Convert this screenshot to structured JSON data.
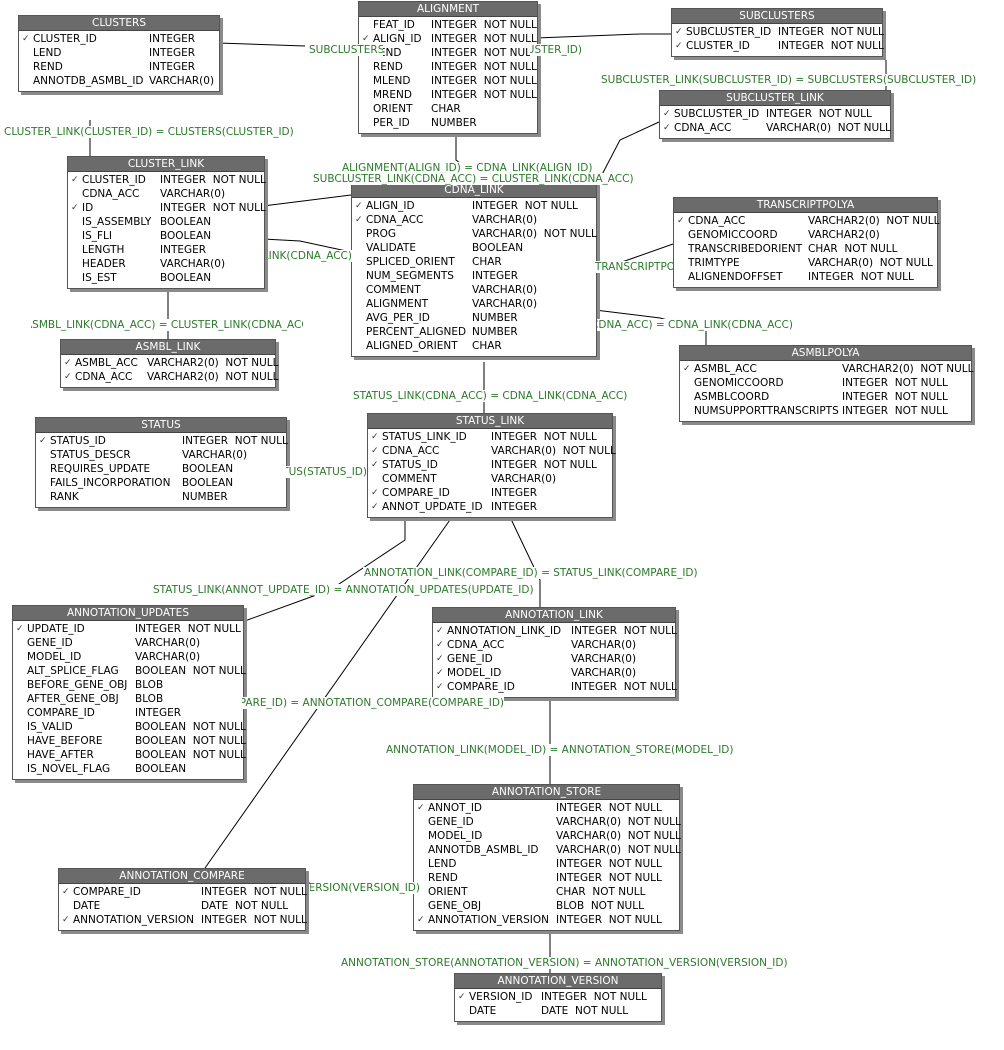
{
  "colors": {
    "header_bg": "#6b6b6b",
    "header_text": "#ffffff",
    "relation_text": "#2b7a2b",
    "line": "#000000"
  },
  "key_icon": "check-key-icon",
  "tables": [
    {
      "id": "clusters",
      "name": "CLUSTERS",
      "columns": [
        {
          "key": true,
          "name": "CLUSTER_ID",
          "type": "INTEGER"
        },
        {
          "key": false,
          "name": "LEND",
          "type": "INTEGER"
        },
        {
          "key": false,
          "name": "REND",
          "type": "INTEGER"
        },
        {
          "key": false,
          "name": "ANNOTDB_ASMBL_ID",
          "type": "VARCHAR(0)"
        }
      ]
    },
    {
      "id": "alignment",
      "name": "ALIGNMENT",
      "columns": [
        {
          "key": false,
          "name": "FEAT_ID",
          "type": "INTEGER  NOT NULL"
        },
        {
          "key": true,
          "name": "ALIGN_ID",
          "type": "INTEGER  NOT NULL"
        },
        {
          "key": false,
          "name": "LEND",
          "type": "INTEGER  NOT NULL"
        },
        {
          "key": false,
          "name": "REND",
          "type": "INTEGER  NOT NULL"
        },
        {
          "key": false,
          "name": "MLEND",
          "type": "INTEGER  NOT NULL"
        },
        {
          "key": false,
          "name": "MREND",
          "type": "INTEGER  NOT NULL"
        },
        {
          "key": false,
          "name": "ORIENT",
          "type": "CHAR"
        },
        {
          "key": false,
          "name": "PER_ID",
          "type": "NUMBER"
        }
      ]
    },
    {
      "id": "subclusters",
      "name": "SUBCLUSTERS",
      "columns": [
        {
          "key": true,
          "name": "SUBCLUSTER_ID",
          "type": "INTEGER  NOT NULL"
        },
        {
          "key": true,
          "name": "CLUSTER_ID",
          "type": "INTEGER  NOT NULL"
        }
      ]
    },
    {
      "id": "subcluster_link",
      "name": "SUBCLUSTER_LINK",
      "columns": [
        {
          "key": true,
          "name": "SUBCLUSTER_ID",
          "type": "INTEGER  NOT NULL"
        },
        {
          "key": true,
          "name": "CDNA_ACC",
          "type": "VARCHAR(0)  NOT NULL"
        }
      ]
    },
    {
      "id": "cluster_link",
      "name": "CLUSTER_LINK",
      "columns": [
        {
          "key": true,
          "name": "CLUSTER_ID",
          "type": "INTEGER  NOT NULL"
        },
        {
          "key": false,
          "name": "CDNA_ACC",
          "type": "VARCHAR(0)"
        },
        {
          "key": true,
          "name": "ID",
          "type": "INTEGER  NOT NULL"
        },
        {
          "key": false,
          "name": "IS_ASSEMBLY",
          "type": "BOOLEAN"
        },
        {
          "key": false,
          "name": "IS_FLI",
          "type": "BOOLEAN"
        },
        {
          "key": false,
          "name": "LENGTH",
          "type": "INTEGER"
        },
        {
          "key": false,
          "name": "HEADER",
          "type": "VARCHAR(0)"
        },
        {
          "key": false,
          "name": "IS_EST",
          "type": "BOOLEAN"
        }
      ]
    },
    {
      "id": "cdna_link",
      "name": "CDNA_LINK",
      "columns": [
        {
          "key": true,
          "name": "ALIGN_ID",
          "type": "INTEGER  NOT NULL"
        },
        {
          "key": true,
          "name": "CDNA_ACC",
          "type": "VARCHAR(0)"
        },
        {
          "key": false,
          "name": "PROG",
          "type": "VARCHAR(0)  NOT NULL"
        },
        {
          "key": false,
          "name": "VALIDATE",
          "type": "BOOLEAN"
        },
        {
          "key": false,
          "name": "SPLICED_ORIENT",
          "type": "CHAR"
        },
        {
          "key": false,
          "name": "NUM_SEGMENTS",
          "type": "INTEGER"
        },
        {
          "key": false,
          "name": "COMMENT",
          "type": "VARCHAR(0)"
        },
        {
          "key": false,
          "name": "ALIGNMENT",
          "type": "VARCHAR(0)"
        },
        {
          "key": false,
          "name": "AVG_PER_ID",
          "type": "NUMBER"
        },
        {
          "key": false,
          "name": "PERCENT_ALIGNED",
          "type": "NUMBER"
        },
        {
          "key": false,
          "name": "ALIGNED_ORIENT",
          "type": "CHAR"
        }
      ]
    },
    {
      "id": "transcriptpolya",
      "name": "TRANSCRIPTPOLYA",
      "columns": [
        {
          "key": true,
          "name": "CDNA_ACC",
          "type": "VARCHAR2(0)  NOT NULL"
        },
        {
          "key": false,
          "name": "GENOMICCOORD",
          "type": "VARCHAR2(0)"
        },
        {
          "key": false,
          "name": "TRANSCRIBEDORIENT",
          "type": "CHAR  NOT NULL"
        },
        {
          "key": false,
          "name": "TRIMTYPE",
          "type": "VARCHAR(0)  NOT NULL"
        },
        {
          "key": false,
          "name": "ALIGNENDOFFSET",
          "type": "INTEGER  NOT NULL"
        }
      ]
    },
    {
      "id": "asmbl_link",
      "name": "ASMBL_LINK",
      "columns": [
        {
          "key": true,
          "name": "ASMBL_ACC",
          "type": "VARCHAR2(0)  NOT NULL"
        },
        {
          "key": true,
          "name": "CDNA_ACC",
          "type": "VARCHAR2(0)  NOT NULL"
        }
      ]
    },
    {
      "id": "asmblpolya",
      "name": "ASMBLPOLYA",
      "columns": [
        {
          "key": true,
          "name": "ASMBL_ACC",
          "type": "VARCHAR2(0)  NOT NULL"
        },
        {
          "key": false,
          "name": "GENOMICCOORD",
          "type": "INTEGER  NOT NULL"
        },
        {
          "key": false,
          "name": "ASMBLCOORD",
          "type": "INTEGER  NOT NULL"
        },
        {
          "key": false,
          "name": "NUMSUPPORTTRANSCRIPTS",
          "type": "INTEGER  NOT NULL"
        }
      ]
    },
    {
      "id": "status",
      "name": "STATUS",
      "columns": [
        {
          "key": true,
          "name": "STATUS_ID",
          "type": "INTEGER  NOT NULL"
        },
        {
          "key": false,
          "name": "STATUS_DESCR",
          "type": "VARCHAR(0)"
        },
        {
          "key": false,
          "name": "REQUIRES_UPDATE",
          "type": "BOOLEAN"
        },
        {
          "key": false,
          "name": "FAILS_INCORPORATION",
          "type": "BOOLEAN"
        },
        {
          "key": false,
          "name": "RANK",
          "type": "NUMBER"
        }
      ]
    },
    {
      "id": "status_link",
      "name": "STATUS_LINK",
      "columns": [
        {
          "key": true,
          "name": "STATUS_LINK_ID",
          "type": "INTEGER  NOT NULL"
        },
        {
          "key": true,
          "name": "CDNA_ACC",
          "type": "VARCHAR(0)  NOT NULL"
        },
        {
          "key": true,
          "name": "STATUS_ID",
          "type": "INTEGER  NOT NULL"
        },
        {
          "key": false,
          "name": "COMMENT",
          "type": "VARCHAR(0)"
        },
        {
          "key": true,
          "name": "COMPARE_ID",
          "type": "INTEGER"
        },
        {
          "key": true,
          "name": "ANNOT_UPDATE_ID",
          "type": "INTEGER"
        }
      ]
    },
    {
      "id": "annotation_updates",
      "name": "ANNOTATION_UPDATES",
      "columns": [
        {
          "key": true,
          "name": "UPDATE_ID",
          "type": "INTEGER  NOT NULL"
        },
        {
          "key": false,
          "name": "GENE_ID",
          "type": "VARCHAR(0)"
        },
        {
          "key": false,
          "name": "MODEL_ID",
          "type": "VARCHAR(0)"
        },
        {
          "key": false,
          "name": "ALT_SPLICE_FLAG",
          "type": "BOOLEAN  NOT NULL"
        },
        {
          "key": false,
          "name": "BEFORE_GENE_OBJ",
          "type": "BLOB"
        },
        {
          "key": false,
          "name": "AFTER_GENE_OBJ",
          "type": "BLOB"
        },
        {
          "key": false,
          "name": "COMPARE_ID",
          "type": "INTEGER"
        },
        {
          "key": false,
          "name": "IS_VALID",
          "type": "BOOLEAN  NOT NULL"
        },
        {
          "key": false,
          "name": "HAVE_BEFORE",
          "type": "BOOLEAN  NOT NULL"
        },
        {
          "key": false,
          "name": "HAVE_AFTER",
          "type": "BOOLEAN  NOT NULL"
        },
        {
          "key": false,
          "name": "IS_NOVEL_FLAG",
          "type": "BOOLEAN"
        }
      ]
    },
    {
      "id": "annotation_link",
      "name": "ANNOTATION_LINK",
      "columns": [
        {
          "key": true,
          "name": "ANNOTATION_LINK_ID",
          "type": "INTEGER  NOT NULL"
        },
        {
          "key": true,
          "name": "CDNA_ACC",
          "type": "VARCHAR(0)"
        },
        {
          "key": true,
          "name": "GENE_ID",
          "type": "VARCHAR(0)"
        },
        {
          "key": true,
          "name": "MODEL_ID",
          "type": "VARCHAR(0)"
        },
        {
          "key": true,
          "name": "COMPARE_ID",
          "type": "INTEGER  NOT NULL"
        }
      ]
    },
    {
      "id": "annotation_store",
      "name": "ANNOTATION_STORE",
      "columns": [
        {
          "key": true,
          "name": "ANNOT_ID",
          "type": "INTEGER  NOT NULL"
        },
        {
          "key": false,
          "name": "GENE_ID",
          "type": "VARCHAR(0)  NOT NULL"
        },
        {
          "key": false,
          "name": "MODEL_ID",
          "type": "VARCHAR(0)  NOT NULL"
        },
        {
          "key": false,
          "name": "ANNOTDB_ASMBL_ID",
          "type": "VARCHAR(0)  NOT NULL"
        },
        {
          "key": false,
          "name": "LEND",
          "type": "INTEGER  NOT NULL"
        },
        {
          "key": false,
          "name": "REND",
          "type": "INTEGER  NOT NULL"
        },
        {
          "key": false,
          "name": "ORIENT",
          "type": "CHAR  NOT NULL"
        },
        {
          "key": false,
          "name": "GENE_OBJ",
          "type": "BLOB  NOT NULL"
        },
        {
          "key": true,
          "name": "ANNOTATION_VERSION",
          "type": "INTEGER  NOT NULL"
        }
      ]
    },
    {
      "id": "annotation_compare",
      "name": "ANNOTATION_COMPARE",
      "columns": [
        {
          "key": true,
          "name": "COMPARE_ID",
          "type": "INTEGER  NOT NULL"
        },
        {
          "key": false,
          "name": "DATE",
          "type": "DATE  NOT NULL"
        },
        {
          "key": true,
          "name": "ANNOTATION_VERSION",
          "type": "INTEGER  NOT NULL"
        }
      ]
    },
    {
      "id": "annotation_version",
      "name": "ANNOTATION_VERSION",
      "columns": [
        {
          "key": true,
          "name": "VERSION_ID",
          "type": "INTEGER  NOT NULL"
        },
        {
          "key": false,
          "name": "DATE",
          "type": "DATE  NOT NULL"
        }
      ]
    }
  ],
  "relationships": [
    "SUBCLUSTERS(CLUSTER_ID) = CLUSTERS(CLUSTER_ID)",
    "SUBCLUSTER_LINK(SUBCLUSTER_ID) = SUBCLUSTERS(SUBCLUSTER_ID)",
    "CLUSTER_LINK(CLUSTER_ID) = CLUSTERS(CLUSTER_ID)",
    "ALIGNMENT(ALIGN_ID) = CDNA_LINK(ALIGN_ID)",
    "SUBCLUSTER_LINK(CDNA_ACC) = CLUSTER_LINK(CDNA_ACC)",
    "CDNA_LINK(CDNA_ACC) = CLUSTER_LINK(CDNA_ACC)",
    "TRANSCRIPTPOLYA(CDNA_ACC) = CDNA_LINK(CDNA_ACC)",
    "ASMBL_LINK(CDNA_ACC) = CLUSTER_LINK(CDNA_ACC)",
    "ASMBL_LINK(CDNA_ACC) = CDNA_LINK(CDNA_ACC)",
    "STATUS_LINK(CDNA_ACC) = CDNA_LINK(CDNA_ACC)",
    "STATUS_LINK(STATUS_ID) = STATUS(STATUS_ID)",
    "ANNOTATION_LINK(COMPARE_ID) = STATUS_LINK(COMPARE_ID)",
    "STATUS_LINK(ANNOT_UPDATE_ID) = ANNOTATION_UPDATES(UPDATE_ID)",
    "ANNOTATION_UPDATES(COMPARE_ID) = ANNOTATION_COMPARE(COMPARE_ID)",
    "ANNOTATION_LINK(MODEL_ID) = ANNOTATION_STORE(MODEL_ID)",
    "ANNOTATION_COMPARE(ANNOTATION_VERSION) = ANNOTATION_VERSION(VERSION_ID)",
    "ANNOTATION_STORE(ANNOTATION_VERSION) = ANNOTATION_VERSION(VERSION_ID)"
  ]
}
